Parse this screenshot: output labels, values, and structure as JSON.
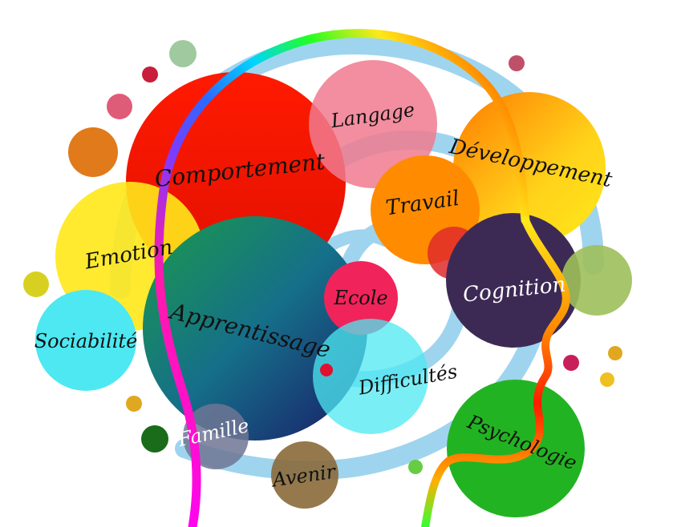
{
  "labels": {
    "comportement": "Comportement",
    "langage": "Langage",
    "developpement": "Développement",
    "travail": "Travail",
    "emotion": "Emotion",
    "sociabilite": "Sociabilité",
    "apprentissage": "Apprentissage",
    "ecole": "Ecole",
    "cognition": "Cognition",
    "difficultes": "Difficultés",
    "famille": "Famille",
    "avenir": "Avenir",
    "psychologie": "Psychologie"
  },
  "colors": {
    "background": "#ffffff",
    "spiral": "#9fd4ef",
    "red": "#ff1a00",
    "yellow": "#ffe81a",
    "cyan": "#4de8f2",
    "navy": "#2a2a66",
    "pink": "#f07a8e",
    "orange": "#ff8c00",
    "green": "#22b322",
    "purple": "#3c2a55",
    "olive": "#9dbf5a"
  }
}
